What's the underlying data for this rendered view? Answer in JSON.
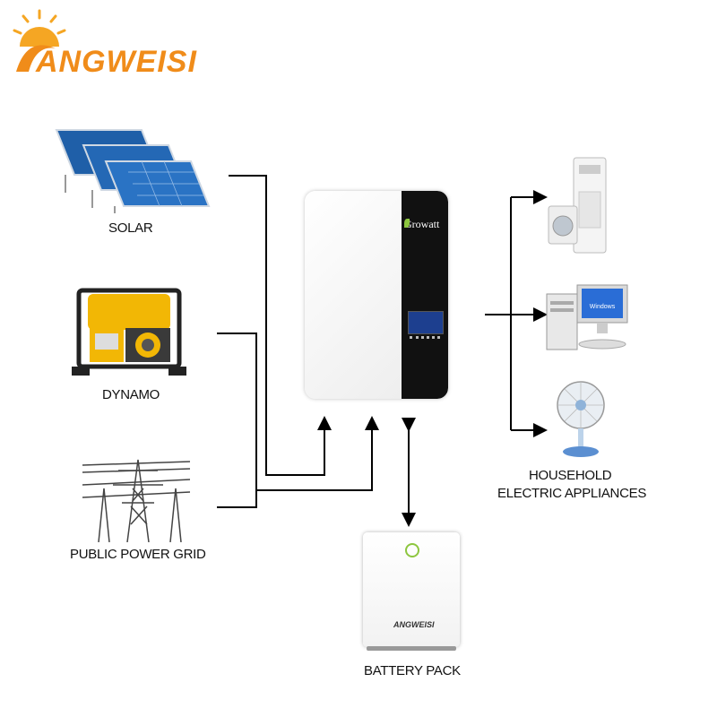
{
  "brand": {
    "logo_text": "ANGWEISI",
    "accent_color": "#f08c1a",
    "sun_color": "#f5a623"
  },
  "sources": {
    "solar": "SOLAR",
    "dynamo": "DYNAMO",
    "grid": "PUBLIC POWER GRID"
  },
  "inverter": {
    "brand_text": "Growatt",
    "brand_color": "#8dc63f"
  },
  "battery": {
    "label": "BATTERY PACK",
    "brand_text": "ANGWEISI"
  },
  "loads": {
    "label_line1": "HOUSEHOLD",
    "label_line2": "ELECTRIC APPLIANCES",
    "pc_screen_text": "Windows"
  }
}
